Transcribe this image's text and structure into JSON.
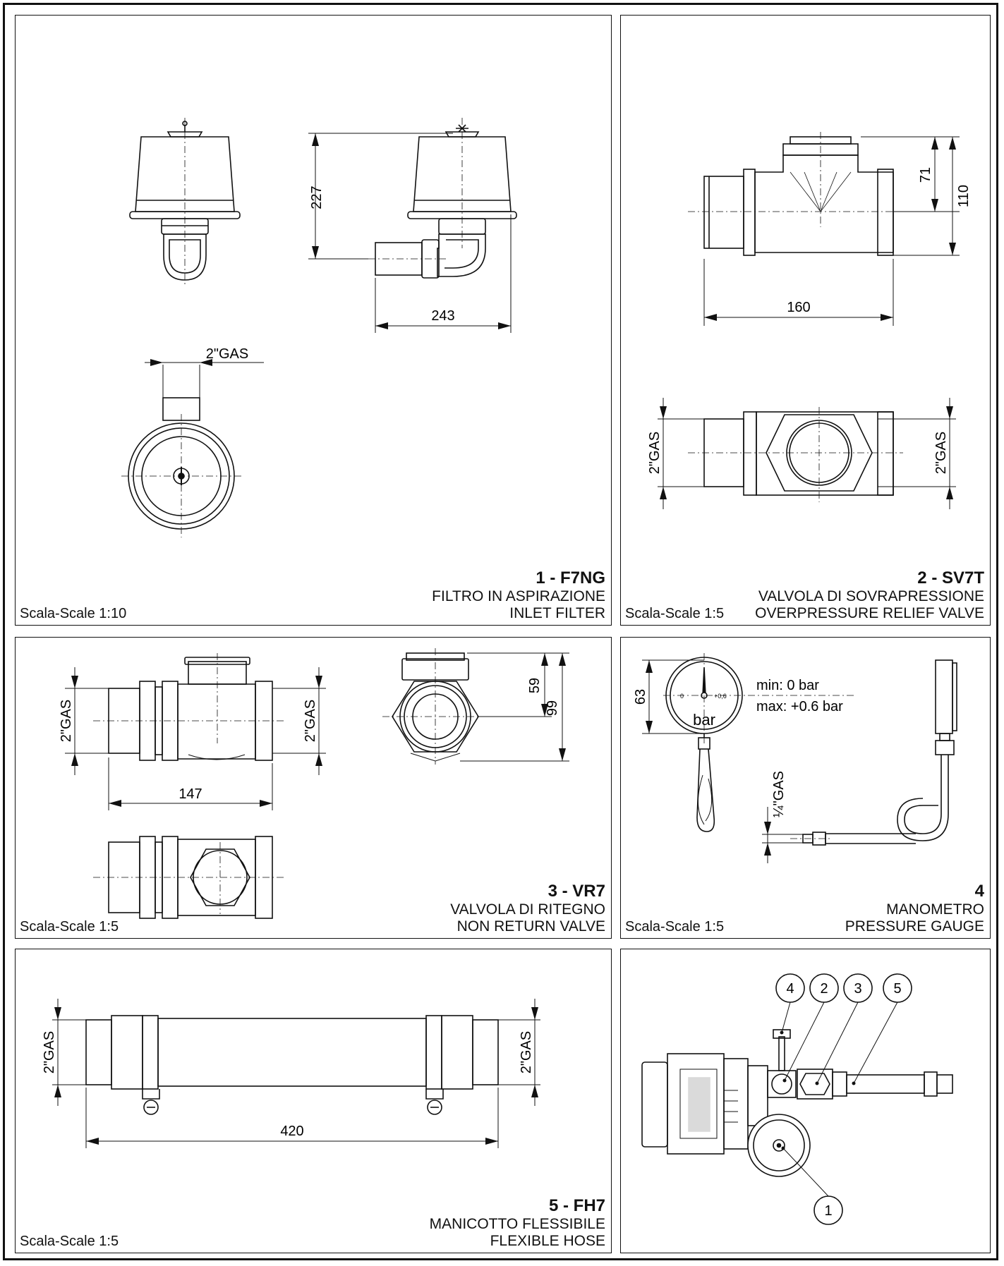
{
  "panels": [
    {
      "code": "1 - F7NG",
      "line1": "FILTRO IN ASPIRAZIONE",
      "line2": "INLET FILTER",
      "scale": "Scala-Scale 1:10",
      "dims": [
        "227",
        "243",
        "2\"GAS"
      ]
    },
    {
      "code": "2 - SV7T",
      "line1": "VALVOLA DI SOVRAPRESSIONE",
      "line2": "OVERPRESSURE RELIEF VALVE",
      "scale": "Scala-Scale 1:5",
      "dims": [
        "71",
        "110",
        "160",
        "2\"GAS",
        "2\"GAS"
      ]
    },
    {
      "code": "3 - VR7",
      "line1": "VALVOLA DI RITEGNO",
      "line2": "NON RETURN VALVE",
      "scale": "Scala-Scale 1:5",
      "dims": [
        "2\"GAS",
        "2\"GAS",
        "147",
        "59",
        "99"
      ]
    },
    {
      "code": "4",
      "line1": "MANOMETRO",
      "line2": "PRESSURE GAUGE",
      "scale": "Scala-Scale 1:5",
      "dims": [
        "63",
        "¼\"GAS"
      ],
      "gauge": {
        "min": "min: 0 bar",
        "max": "max: +0.6 bar",
        "unit": "bar",
        "zero": "0",
        "top": "+0,6"
      }
    },
    {
      "code": "5 - FH7",
      "line1": "MANICOTTO FLESSIBILE",
      "line2": "FLEXIBLE HOSE",
      "scale": "Scala-Scale 1:5",
      "dims": [
        "2\"GAS",
        "2\"GAS",
        "420"
      ]
    },
    {
      "callouts": [
        "4",
        "2",
        "3",
        "5",
        "1"
      ]
    }
  ]
}
